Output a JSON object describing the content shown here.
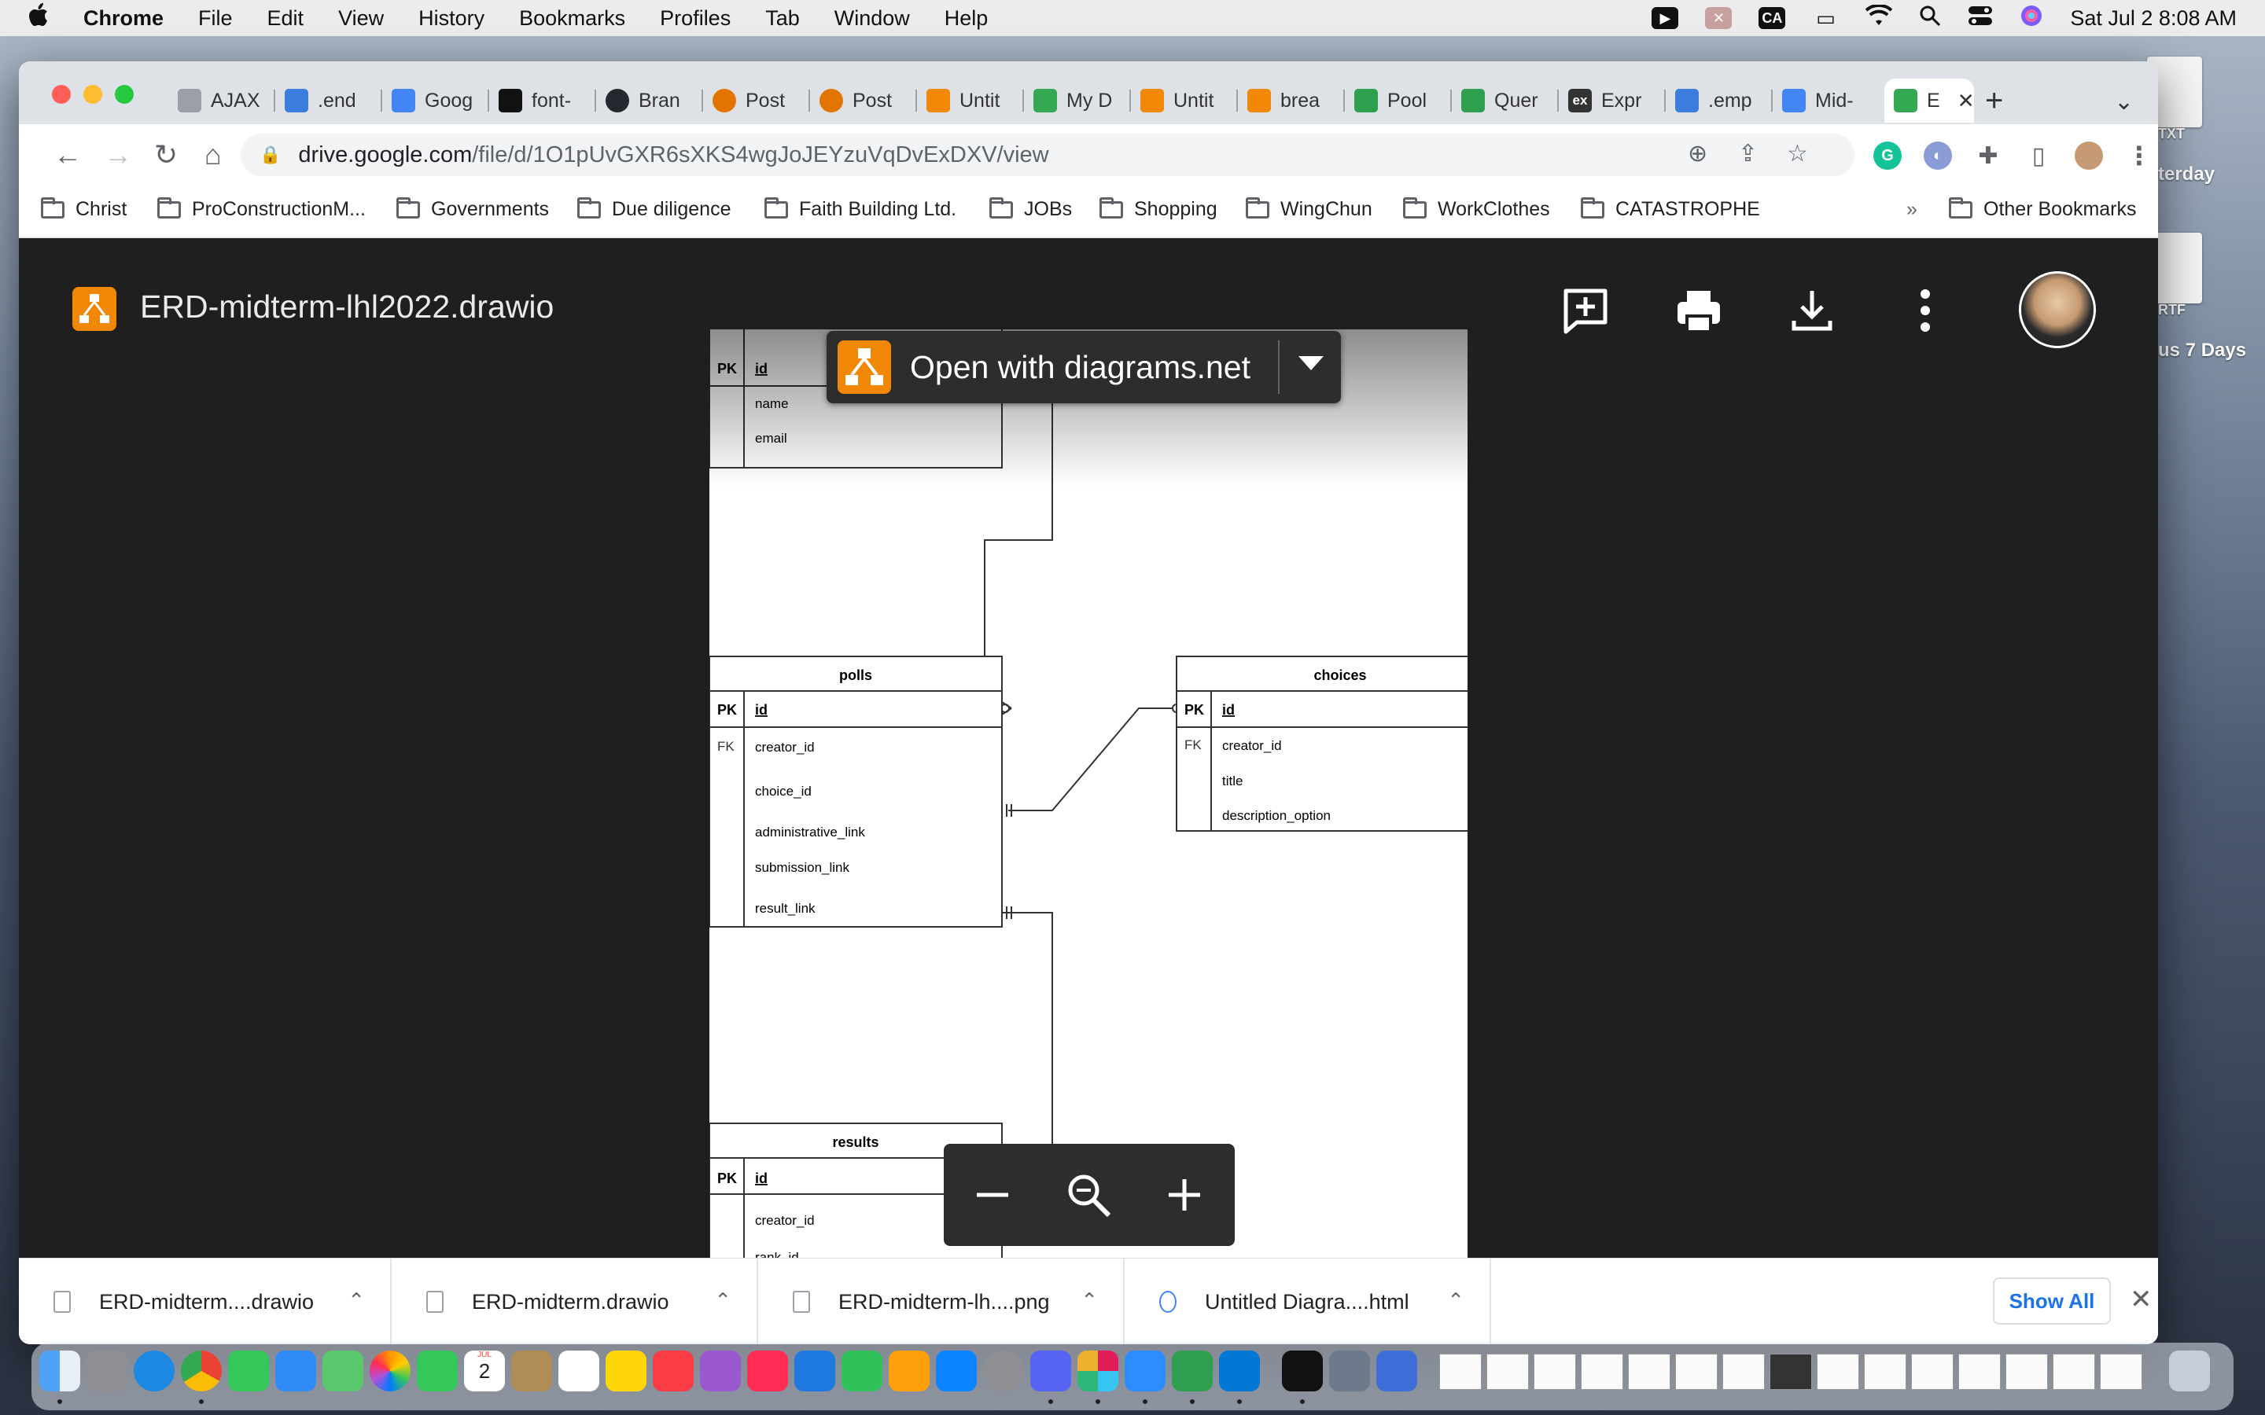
{
  "menubar": {
    "apple": "",
    "items": [
      "Chrome",
      "File",
      "Edit",
      "View",
      "History",
      "Bookmarks",
      "Profiles",
      "Tab",
      "Window",
      "Help"
    ],
    "clock": "Sat Jul 2  8:08 AM",
    "tray": {
      "ca": "CA"
    }
  },
  "desktop": {
    "yesterday": "terday",
    "prev7": "us 7 Days",
    "txt": "TXT",
    "rtf": "RTF"
  },
  "tabs": [
    {
      "title": "AJAX",
      "color": "#9aa0a6"
    },
    {
      "title": ".end",
      "color": "#3b7ddd"
    },
    {
      "title": "Goog",
      "color": "#4285f4"
    },
    {
      "title": "font-",
      "color": "#111111"
    },
    {
      "title": "Bran",
      "color": "#24292f"
    },
    {
      "title": "Post",
      "color": "#e37400"
    },
    {
      "title": "Post",
      "color": "#e37400"
    },
    {
      "title": "Untit",
      "color": "#f08705"
    },
    {
      "title": "My D",
      "color": "#34a853"
    },
    {
      "title": "Untit",
      "color": "#f08705"
    },
    {
      "title": "brea",
      "color": "#f08705"
    },
    {
      "title": "Pool",
      "color": "#2e9e4f"
    },
    {
      "title": "Quer",
      "color": "#2e9e4f"
    },
    {
      "title": "Expr",
      "color": "#333333"
    },
    {
      "title": ".emp",
      "color": "#3b7ddd"
    },
    {
      "title": "Mid-",
      "color": "#4285f4"
    },
    {
      "title": "E",
      "color": "#34a853"
    }
  ],
  "active_tab_close": "✕",
  "new_tab": "+",
  "tab_search": "⌄",
  "address": {
    "host": "drive.google.com",
    "path": "/file/d/1O1pUvGXR6sXKS4wgJoJEYzuVqDvExDXV/view"
  },
  "bookmarks": [
    "Christ",
    "ProConstructionM...",
    "Governments",
    "Due diligence",
    "Faith Building Ltd.",
    "JOBs",
    "Shopping",
    "WingChun",
    "WorkClothes",
    "CATASTROPHE"
  ],
  "bookmarks_more": "»",
  "other_bookmarks": "Other Bookmarks",
  "viewer": {
    "file_title": "ERD-midterm-lhl2022.drawio",
    "open_with_label": "Open with diagrams.net"
  },
  "erd": {
    "users_table": {
      "pk": "PK",
      "pk_field": "id",
      "fields": [
        "name",
        "email"
      ]
    },
    "polls_table": {
      "title": "polls",
      "pk": "PK",
      "pk_field": "id",
      "fk": "FK",
      "fields": [
        "creator_id",
        "choice_id",
        "administrative_link",
        "submission_link",
        "result_link"
      ]
    },
    "choices_table": {
      "title": "choices",
      "pk": "PK",
      "pk_field": "id",
      "fk": "FK",
      "fields": [
        "creator_id",
        "title",
        "description_option"
      ]
    },
    "results_table": {
      "title": "results",
      "pk": "PK",
      "pk_field": "id",
      "fields": [
        "creator_id",
        "rank_id"
      ]
    }
  },
  "downloads": [
    {
      "name": "ERD-midterm....drawio"
    },
    {
      "name": "ERD-midterm.drawio"
    },
    {
      "name": "ERD-midterm-lh....png"
    },
    {
      "name": "Untitled Diagra....html"
    }
  ],
  "show_all": "Show All",
  "downloads_close": "✕",
  "dock": {
    "calendar_month": "JUL",
    "calendar_day": "2"
  }
}
